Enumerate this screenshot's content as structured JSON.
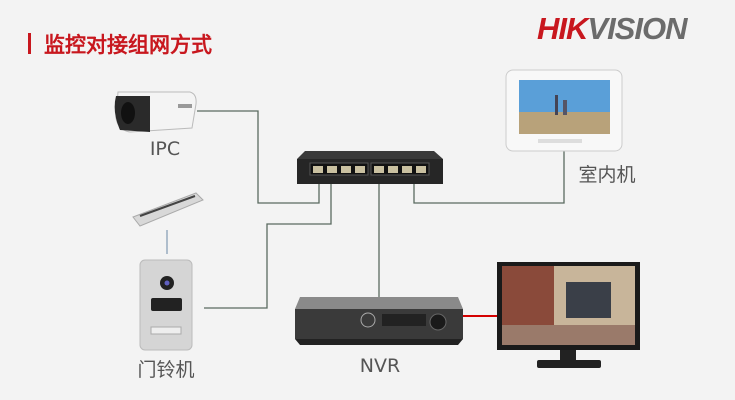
{
  "title": "监控对接组网方式",
  "logo": {
    "part1": "HIK",
    "part2": "VISION"
  },
  "devices": {
    "ipc": "IPC",
    "indoor_unit": "室内机",
    "doorbell": "门铃机",
    "nvr": "NVR"
  },
  "colors": {
    "accent": "#c8171e",
    "line": "#5a6a60",
    "hdmi": "#d40000"
  }
}
